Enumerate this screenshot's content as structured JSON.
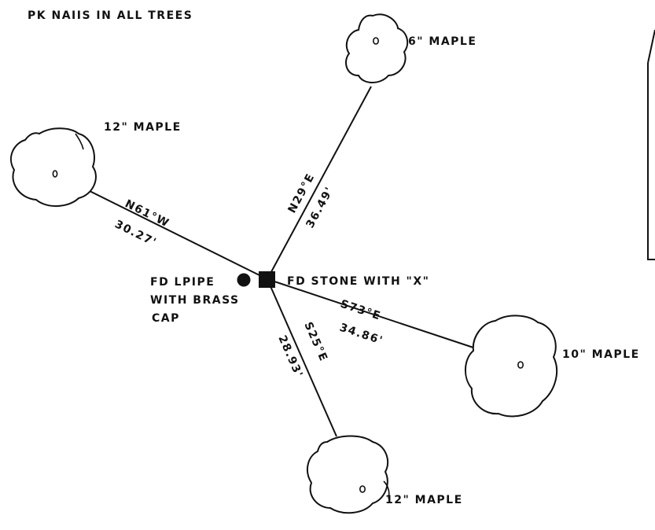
{
  "diagram": {
    "note": "PK NAIIS IN ALL TREES",
    "trees": [
      {
        "id": "ne",
        "label": "6\" MAPLE"
      },
      {
        "id": "w",
        "label": "12\" MAPLE"
      },
      {
        "id": "se",
        "label": "10\" MAPLE"
      },
      {
        "id": "s",
        "label": "12\" MAPLE"
      }
    ],
    "ties": [
      {
        "to": "ne",
        "bearing": "N29°E",
        "distance": "36.49'"
      },
      {
        "to": "w",
        "bearing": "N61°W",
        "distance": "30.27'"
      },
      {
        "to": "se",
        "bearing": "S73°E",
        "distance": "34.86'"
      },
      {
        "to": "s",
        "bearing": "S25°E",
        "distance": "28.93'"
      }
    ],
    "stone_label": "FD STONE WITH \"X\"",
    "pipe_label": [
      "FD LPIPE",
      "WITH BRASS",
      "CAP"
    ]
  }
}
